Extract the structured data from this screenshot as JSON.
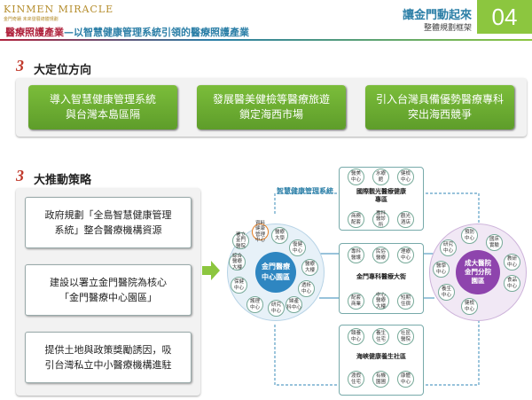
{
  "logo": {
    "text": "KINMEN  MIRACLE",
    "subtext": "金門奇蹟 未來發展總體規劃"
  },
  "header": {
    "title": "讓金門動起來",
    "subtitle": "整體規劃框架",
    "page_number": "04"
  },
  "subtitle": {
    "lead": "醫療照護產業",
    "rest": "—以智慧健康管理系統引領的醫療照護產業"
  },
  "section1": {
    "number": "3",
    "title": "大定位方向",
    "cards": [
      "導入智慧健康管理系統\n與台灣本島區隔",
      "發展醫美健檢等醫療旅遊\n鎖定海西市場",
      "引入台灣具備優勢醫療專科\n突出海西競爭"
    ]
  },
  "section2": {
    "number": "3",
    "title": "大推動策略",
    "cards": [
      "政府規劃「全島智慧健康管理\n系統」整合醫療機構資源",
      "建設以署立金門醫院為核心\n「金門醫療中心園區」",
      "提供土地與政策獎勵誘因，吸\n引台灣私立中小醫療機構進駐"
    ]
  },
  "diagram": {
    "system_label": "智慧健康管理系統",
    "left_center": "金門醫療\n中心園區",
    "left_nodes": [
      "資料\n健康\n管理\n中心",
      "醫療\n大學",
      "復健\n中心",
      "綜合\n醫療\n大樓",
      "醫療\n大樓",
      "研究\n中心",
      "婦產\n科中心",
      "保健\n中心",
      "透析\n中心",
      "護理\n中心",
      "署立\n金門\n醫院"
    ],
    "right_center": "成大醫院\n金門分院\n園區",
    "right_nodes": [
      "預防\n中心",
      "國床\n實驗",
      "研究\n中心",
      "教研\n中心",
      "醫學\n中心",
      "食品\n中心",
      "養生\n中心",
      "健檢\n中心"
    ],
    "top_box": {
      "title": "國際觀光醫療健康\n專區",
      "nodes": [
        "醫美\n中心",
        "水療\n館",
        "健檢\n中心",
        "商務\n配套",
        "專科\n醫診\n所",
        "觀光\n酒店"
      ]
    },
    "middle_box": {
      "title": "金門專科醫療大街",
      "nodes": [
        "專科\n醫護",
        "民俗\n醫療",
        "理療\n中心",
        "配套\n商業",
        "中心\n醫療\n大樓",
        "短期\n住宿"
      ]
    },
    "bottom_box": {
      "title": "海峽健康養生社區",
      "nodes": [
        "頤養\n中心",
        "養生\n住宅",
        "社區\n醫院",
        "渡假\n住宅",
        "有機\n園圃",
        "康體\n中心"
      ]
    }
  },
  "colors": {
    "accent_green": "#8cc63f",
    "brand_blue": "#2c7fa7",
    "brand_red": "#b0243e",
    "left_circle": "#2e86c1",
    "right_circle": "#8e44ad"
  }
}
